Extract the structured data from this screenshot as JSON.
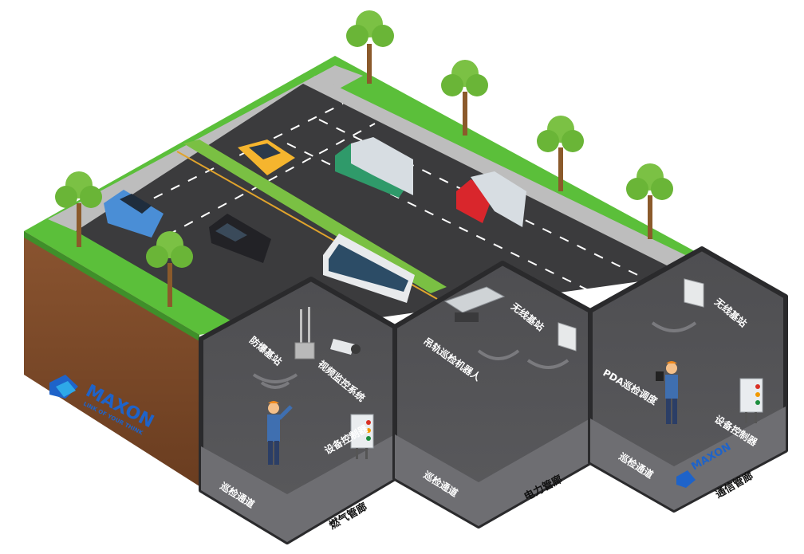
{
  "gas": {
    "station": "防爆基站",
    "video": "视频监控系统",
    "controller": "设备控制器",
    "channel": "巡检通道",
    "title": "燃气管廊"
  },
  "power": {
    "robot": "吊轨巡检机器人",
    "station": "无线基站",
    "channel": "巡检通道",
    "title": "电力管廊"
  },
  "comm": {
    "station": "无线基站",
    "pda": "PDA巡检调度",
    "controller": "设备控制器",
    "channel": "巡检通道",
    "title": "通信管廊"
  },
  "brand": {
    "name": "MAXON",
    "slogan": "LINK OF YOUR THINK"
  },
  "colors": {
    "road": "#3b3b3d",
    "soil": "#7a4a2a",
    "grass": "#5bbf3a",
    "tunnel_face": "#5b5b5e",
    "tunnel_floor": "#6e6e72",
    "tunnel_border": "#2a2a2c",
    "brand_blue": "#1e63c9"
  }
}
